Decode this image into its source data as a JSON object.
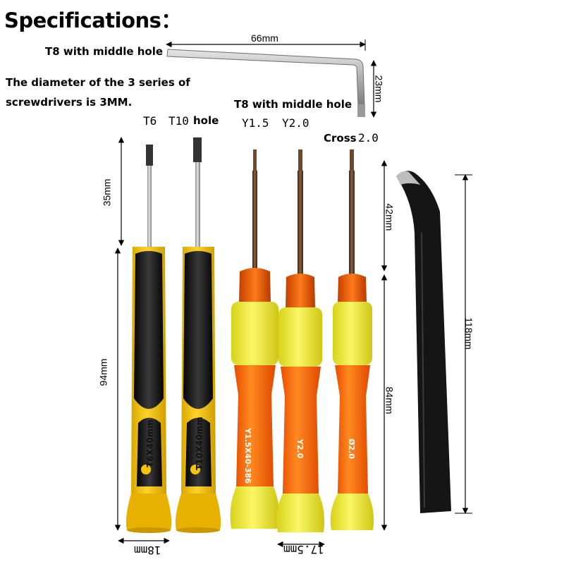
{
  "title": "Specifications：",
  "labels": {
    "wrench_note": "T8 with middle hole",
    "diameter_line1": "The diameter of the 3 series of",
    "diameter_line2": "screwdrivers is 3MM.",
    "t6": "T6",
    "t10": "T10",
    "t10_hole": "hole",
    "t8_note": "T8 with middle hole",
    "y15": "Y1.5",
    "y20": "Y2.0",
    "cross_prefix": "Cross",
    "cross_value": "2.0"
  },
  "dimensions": {
    "wrench_length": "66mm",
    "wrench_height": "23mm",
    "bit_length_black": "35mm",
    "handle_length_black": "94mm",
    "bit_length_orange": "42mm",
    "handle_length_orange": "84mm",
    "tweezers_length": "118mm",
    "black_width": "18mm",
    "orange_width": "17.5mm"
  },
  "handle_labels": {
    "t6": "T6X40mm",
    "t10": "T10X40mm",
    "y15": "Y1.5X40-386",
    "y20": "Y2.0",
    "cross": "Ø2.0"
  },
  "colors": {
    "black_handle": "#1a1a1a",
    "yellow_grip": "#f2c40c",
    "orange_handle": "#ff6a00",
    "lemon_grip": "#f4ef4a",
    "tweezers": "#111111",
    "metal": "#b8b8b8"
  }
}
